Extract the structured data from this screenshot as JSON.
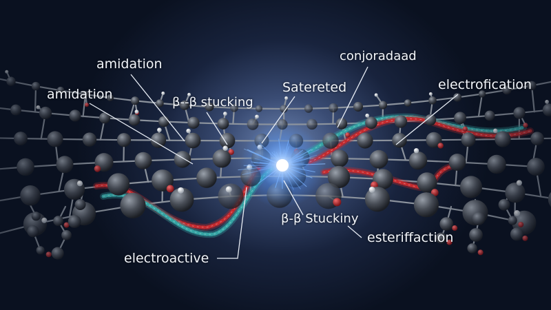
{
  "labels": {
    "amidation_top": "amidation",
    "amidation_left": "amidation",
    "pi_stacking": "β--β stucking",
    "saturated": "Satereted",
    "conjugated": "conjoradaad",
    "electrofication": "electrofication",
    "pi_stacking_lower": "β-β Stuckiny",
    "esterification": "esteriffaction",
    "electroactive": "electroactive"
  },
  "colors": {
    "carbon": "#4a4f58",
    "oxygen": "#c0262a",
    "hydrogen": "#e8ecf0",
    "red_strand": "#c32a2e",
    "teal_strand": "#35a3a3",
    "glow": "#3d8bff"
  }
}
